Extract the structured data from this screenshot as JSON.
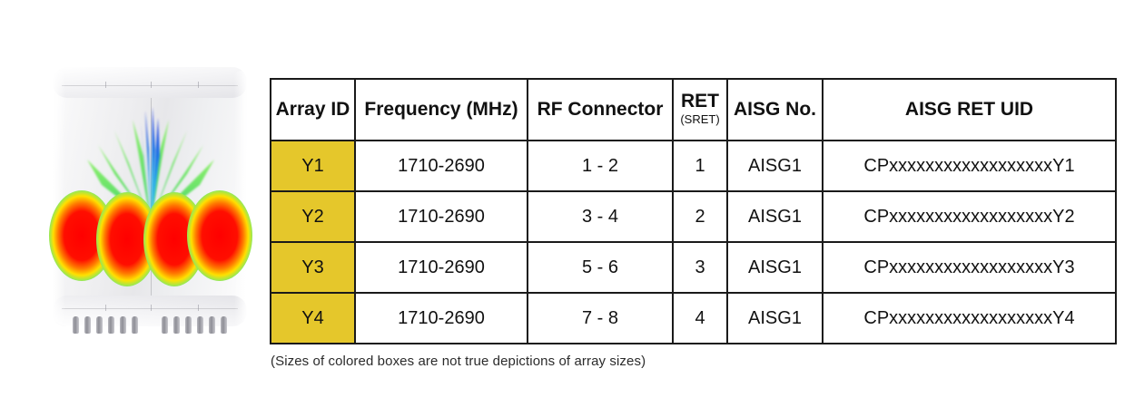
{
  "figure": {
    "name": "antenna-product-image",
    "description": "White rectangular antenna radome with overlaid multi-beam radiation pattern",
    "radome_color": "#eeeef0",
    "connector_ports_per_group": 6,
    "connector_groups": 2,
    "pattern": {
      "lobe_colors": [
        "#ff0000",
        "#ff6a00",
        "#ffd400",
        "#7ee060",
        "#22c0e0",
        "#1a2ee0"
      ],
      "main_lobes": 4,
      "upper_beams": 8
    }
  },
  "table": {
    "headers": [
      {
        "label": "Array ID",
        "sub": ""
      },
      {
        "label": "Frequency (MHz)",
        "sub": ""
      },
      {
        "label": "RF Connector",
        "sub": ""
      },
      {
        "label": "RET",
        "sub": "(SRET)"
      },
      {
        "label": "AISG No.",
        "sub": ""
      },
      {
        "label": "AISG RET UID",
        "sub": ""
      }
    ],
    "array_id_bg": "#e5c72b",
    "rows": [
      {
        "array_id": "Y1",
        "frequency": "1710-2690",
        "rf_connector": "1 - 2",
        "ret": "1",
        "aisg_no": "AISG1",
        "aisg_ret_uid": "CPxxxxxxxxxxxxxxxxxxY1"
      },
      {
        "array_id": "Y2",
        "frequency": "1710-2690",
        "rf_connector": "3 - 4",
        "ret": "2",
        "aisg_no": "AISG1",
        "aisg_ret_uid": "CPxxxxxxxxxxxxxxxxxxY2"
      },
      {
        "array_id": "Y3",
        "frequency": "1710-2690",
        "rf_connector": "5 - 6",
        "ret": "3",
        "aisg_no": "AISG1",
        "aisg_ret_uid": "CPxxxxxxxxxxxxxxxxxxY3"
      },
      {
        "array_id": "Y4",
        "frequency": "1710-2690",
        "rf_connector": "7 - 8",
        "ret": "4",
        "aisg_no": "AISG1",
        "aisg_ret_uid": "CPxxxxxxxxxxxxxxxxxxY4"
      }
    ]
  },
  "caption": "(Sizes of colored boxes are not true depictions of array sizes)"
}
